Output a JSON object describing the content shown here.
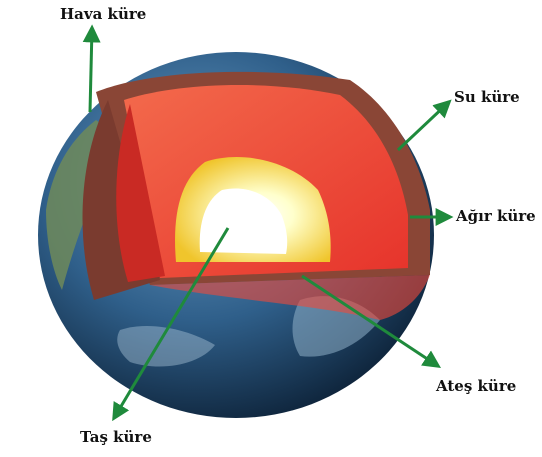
{
  "labels": {
    "hava": "Hava küre",
    "su": "Su küre",
    "agir": "Ağır küre",
    "ates": "Ateş küre",
    "tas": "Taş küre"
  },
  "colors": {
    "arrow": "#1f8a3c",
    "ocean": "#2f5f8a",
    "crust": "#8a4636",
    "mantle": "#f04a3a",
    "outer_core": "#f3d23a",
    "inner_core": "#ffffff"
  }
}
